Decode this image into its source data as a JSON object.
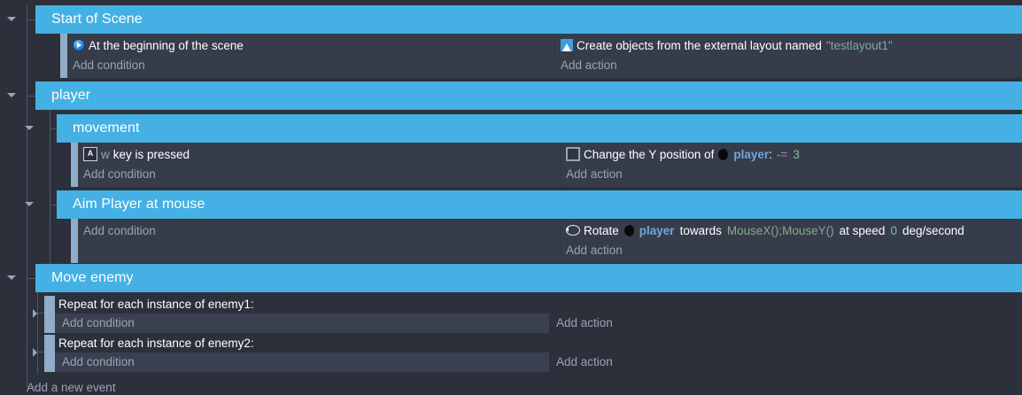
{
  "app": {
    "name": "event-sheet-editor",
    "colors": {
      "group_header": "#45b0e3",
      "event_body": "#363c4a",
      "background": "#2b303b",
      "tab": "#8fadc8",
      "placeholder_text": "#9aa3b0",
      "object_name": "#6fa8dc",
      "string_literal": "#7fa8a0",
      "number_literal": "#7fbf9f",
      "operator": "#9a8cc4",
      "expression": "#86a893"
    }
  },
  "labels": {
    "add_condition": "Add condition",
    "add_action": "Add action",
    "add_new_event": "Add a new event"
  },
  "groups": [
    {
      "title": "Start of Scene",
      "expanded": true,
      "condition": {
        "icon": "system-icon",
        "text": "At the beginning of the scene"
      },
      "action": {
        "icon": "external-layout-icon",
        "text": "Create objects from the external layout named",
        "value": "\"testlayout1\""
      }
    },
    {
      "title": "player",
      "expanded": true
    },
    {
      "title": "movement",
      "expanded": true,
      "condition": {
        "icon": "keyboard-icon",
        "key": "w",
        "text": "key is pressed"
      },
      "action": {
        "icon": "set-position-icon",
        "text": "Change the Y position of",
        "object": "player",
        "separator": ":",
        "operator": "-=",
        "value": "3"
      }
    },
    {
      "title": "Aim Player at mouse",
      "expanded": true,
      "action": {
        "icon": "rotate-icon",
        "verb": "Rotate",
        "object": "player",
        "towards": "towards",
        "expression": "MouseX();MouseY()",
        "at_speed": "at speed",
        "speed": "0",
        "unit": "deg/second"
      }
    },
    {
      "title": "Move enemy",
      "expanded": true,
      "sub_events": [
        {
          "title": "Repeat for each instance of enemy1:",
          "expanded": false
        },
        {
          "title": "Repeat for each instance of enemy2:",
          "expanded": false
        }
      ]
    }
  ]
}
